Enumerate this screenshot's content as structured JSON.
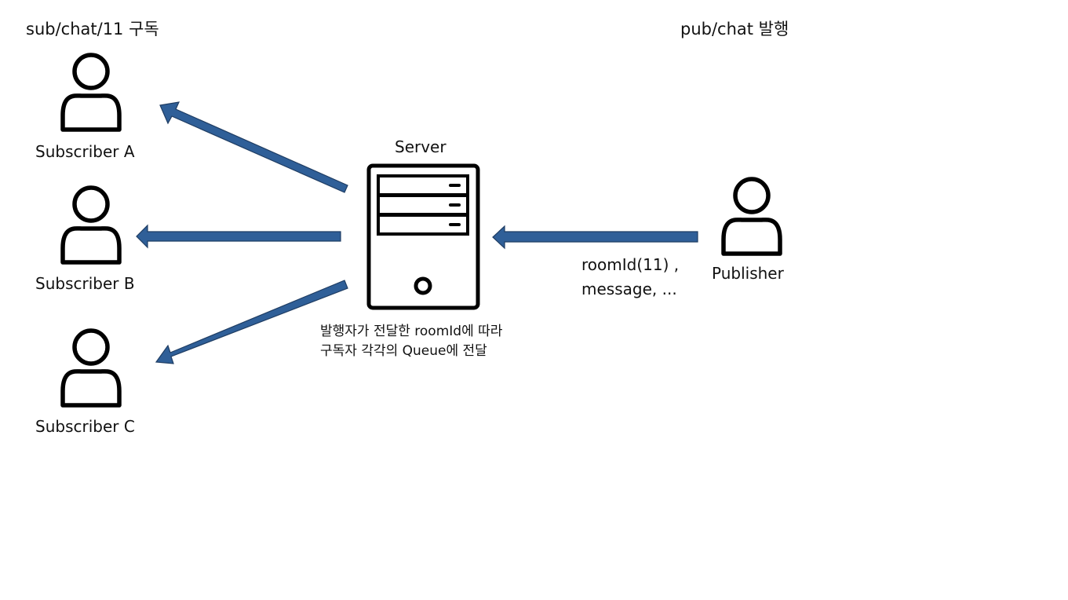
{
  "subscribe_title": "sub/chat/11 구독",
  "publish_title": "pub/chat 발행",
  "server": {
    "label": "Server",
    "note_lines": [
      "발행자가 전달한 roomId에 따라",
      "구독자 각각의 Queue에 전달"
    ]
  },
  "subscribers": [
    {
      "name": "Subscriber A",
      "icon": "person-icon"
    },
    {
      "name": "Subscriber B",
      "icon": "person-icon"
    },
    {
      "name": "Subscriber C",
      "icon": "person-icon"
    }
  ],
  "publisher": {
    "name": "Publisher",
    "icon": "person-icon",
    "payload_lines": [
      "roomId(11) ,",
      "message, ..."
    ]
  },
  "colors": {
    "arrow_fill": "#2f5f98",
    "arrow_stroke": "#1f3d63",
    "icon_stroke": "#000000"
  }
}
